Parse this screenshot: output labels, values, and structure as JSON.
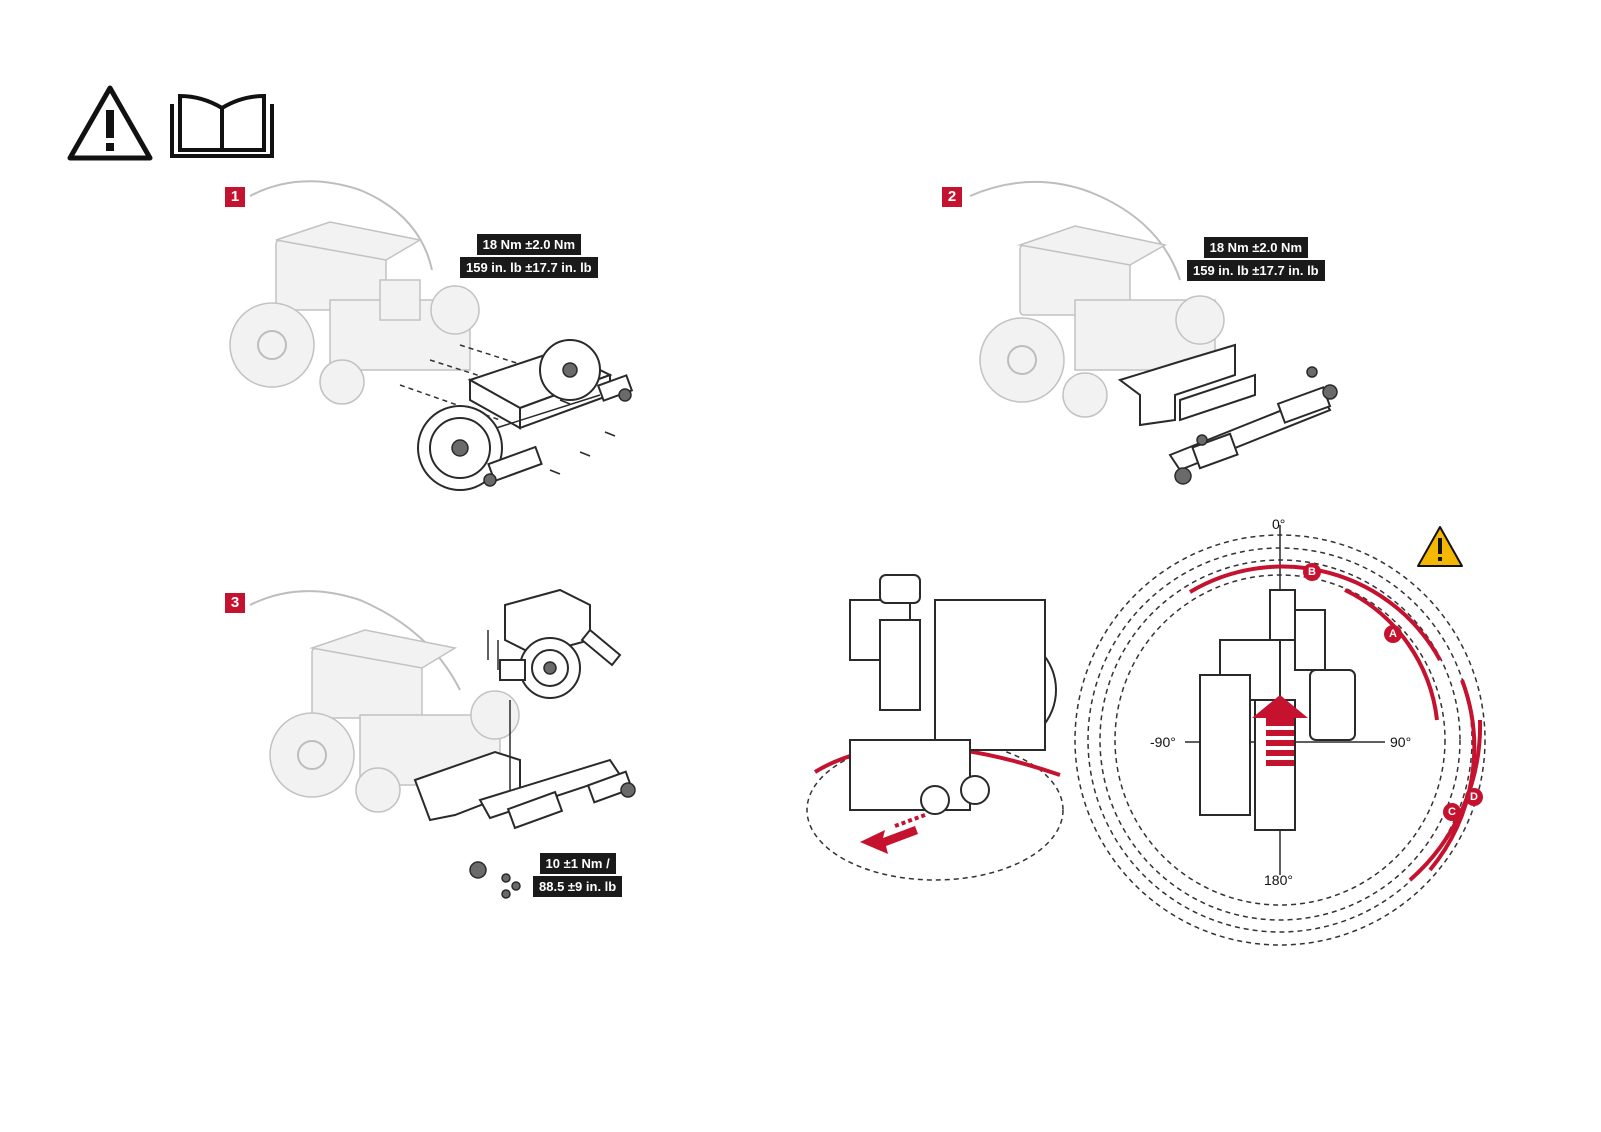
{
  "colors": {
    "accent": "#c4122f",
    "warning": "#f5b800",
    "label_bg": "#1a1a1a"
  },
  "header_icons": [
    "warning-icon",
    "manual-book-icon"
  ],
  "steps": [
    {
      "number": "1",
      "torque": [
        "18 Nm ±2.0 Nm",
        "159 in. lb ±17.7 in. lb"
      ]
    },
    {
      "number": "2",
      "torque": [
        "18 Nm ±2.0 Nm",
        "159 in. lb ±17.7 in. lb"
      ]
    },
    {
      "number": "3",
      "torque": [
        "10 ±1 Nm /",
        "88.5 ±9 in. lb"
      ]
    }
  ],
  "rotation": {
    "angles": {
      "top": "0°",
      "left": "-90°",
      "right": "90°",
      "bottom": "180°"
    },
    "arcs": [
      "A",
      "B",
      "C",
      "D"
    ]
  }
}
